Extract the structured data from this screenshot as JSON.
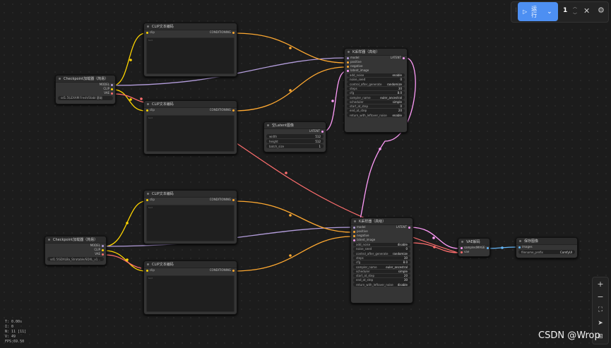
{
  "colors": {
    "model": "#b39ddb",
    "clip": "#ffd500",
    "vae": "#ff6e6e",
    "conditioning": "#ffa931",
    "latent": "#ff9cf9",
    "image": "#64b5f6",
    "run": "#4d8ff2"
  },
  "toolbar": {
    "run_label": "运行",
    "batch_count": "1",
    "close_icon": "close-icon",
    "settings_icon": "gear-icon"
  },
  "zoom": {
    "in": "+",
    "out": "−",
    "fit": "fit-view-icon",
    "locate": "locate-icon",
    "grid": "grid-icon"
  },
  "stats": {
    "t": "T: 0.00s",
    "i": "I: 0",
    "n": "N: 11 [11]",
    "v": "V: 49",
    "fps": "FPS:69.50"
  },
  "watermark": "CSDN @Wrop",
  "nodes": {
    "ckpt1": {
      "title": "Checkpoint加载器（简易）",
      "out_model": "MODEL",
      "out_clip": "CLIP",
      "out_vae": "VAE",
      "ckpt_label": "sd1.5\\LEXAM Fresh/Stabl 基础"
    },
    "ckpt2": {
      "title": "Checkpoint加载器（简易）",
      "out_model": "MODEL",
      "out_clip": "CLIP",
      "out_vae": "VAE",
      "ckpt_label": "sd1.5\\SDXLBa_Stratable/SDXL_v1..."
    },
    "clip1": {
      "title": "CLIP文本编码",
      "in_clip": "clip",
      "out": "CONDITIONING",
      "text": "text"
    },
    "clip2": {
      "title": "CLIP文本编码",
      "in_clip": "clip",
      "out": "CONDITIONING",
      "text": "text"
    },
    "clip3": {
      "title": "CLIP文本编码",
      "in_clip": "clip",
      "out": "CONDITIONING",
      "text": "text"
    },
    "clip4": {
      "title": "CLIP文本编码",
      "in_clip": "clip",
      "out": "CONDITIONING",
      "text": "text"
    },
    "latent": {
      "title": "空Latent图像",
      "out": "LATENT",
      "widgets": [
        {
          "k": "width",
          "v": "512"
        },
        {
          "k": "height",
          "v": "512"
        },
        {
          "k": "batch_size",
          "v": "1"
        }
      ]
    },
    "ksampler1": {
      "title": "K采样器（高级）",
      "inputs": [
        "model",
        "positive",
        "negative",
        "latent_image"
      ],
      "out": "LATENT",
      "widgets": [
        {
          "k": "add_noise",
          "v": "enable"
        },
        {
          "k": "noise_seed",
          "v": "0"
        },
        {
          "k": "control_after_generate",
          "v": "randomize"
        },
        {
          "k": "steps",
          "v": "30"
        },
        {
          "k": "cfg",
          "v": "8.0"
        },
        {
          "k": "sampler_name",
          "v": "euler_ancestral"
        },
        {
          "k": "scheduler",
          "v": "simple"
        },
        {
          "k": "start_at_step",
          "v": "0"
        },
        {
          "k": "end_at_step",
          "v": "20"
        },
        {
          "k": "return_with_leftover_noise",
          "v": "enable"
        }
      ]
    },
    "ksampler2": {
      "title": "K采样器（高级）",
      "inputs": [
        "model",
        "positive",
        "negative",
        "latent_image"
      ],
      "out": "LATENT",
      "widgets": [
        {
          "k": "add_noise",
          "v": "disable"
        },
        {
          "k": "noise_seed",
          "v": "0"
        },
        {
          "k": "control_after_generate",
          "v": "randomize"
        },
        {
          "k": "steps",
          "v": "30"
        },
        {
          "k": "cfg",
          "v": "8.0"
        },
        {
          "k": "sampler_name",
          "v": "euler_ancestral"
        },
        {
          "k": "scheduler",
          "v": "simple"
        },
        {
          "k": "start_at_step",
          "v": "20"
        },
        {
          "k": "end_at_step",
          "v": "30"
        },
        {
          "k": "return_with_leftover_noise",
          "v": "disable"
        }
      ]
    },
    "vae": {
      "title": "VAE解码",
      "in_samples": "samples",
      "in_vae": "vae",
      "out": "IMAGE"
    },
    "save": {
      "title": "保存图像",
      "in_images": "images",
      "prefix_label": "filename_prefix",
      "prefix_value": "ComfyUI"
    }
  }
}
